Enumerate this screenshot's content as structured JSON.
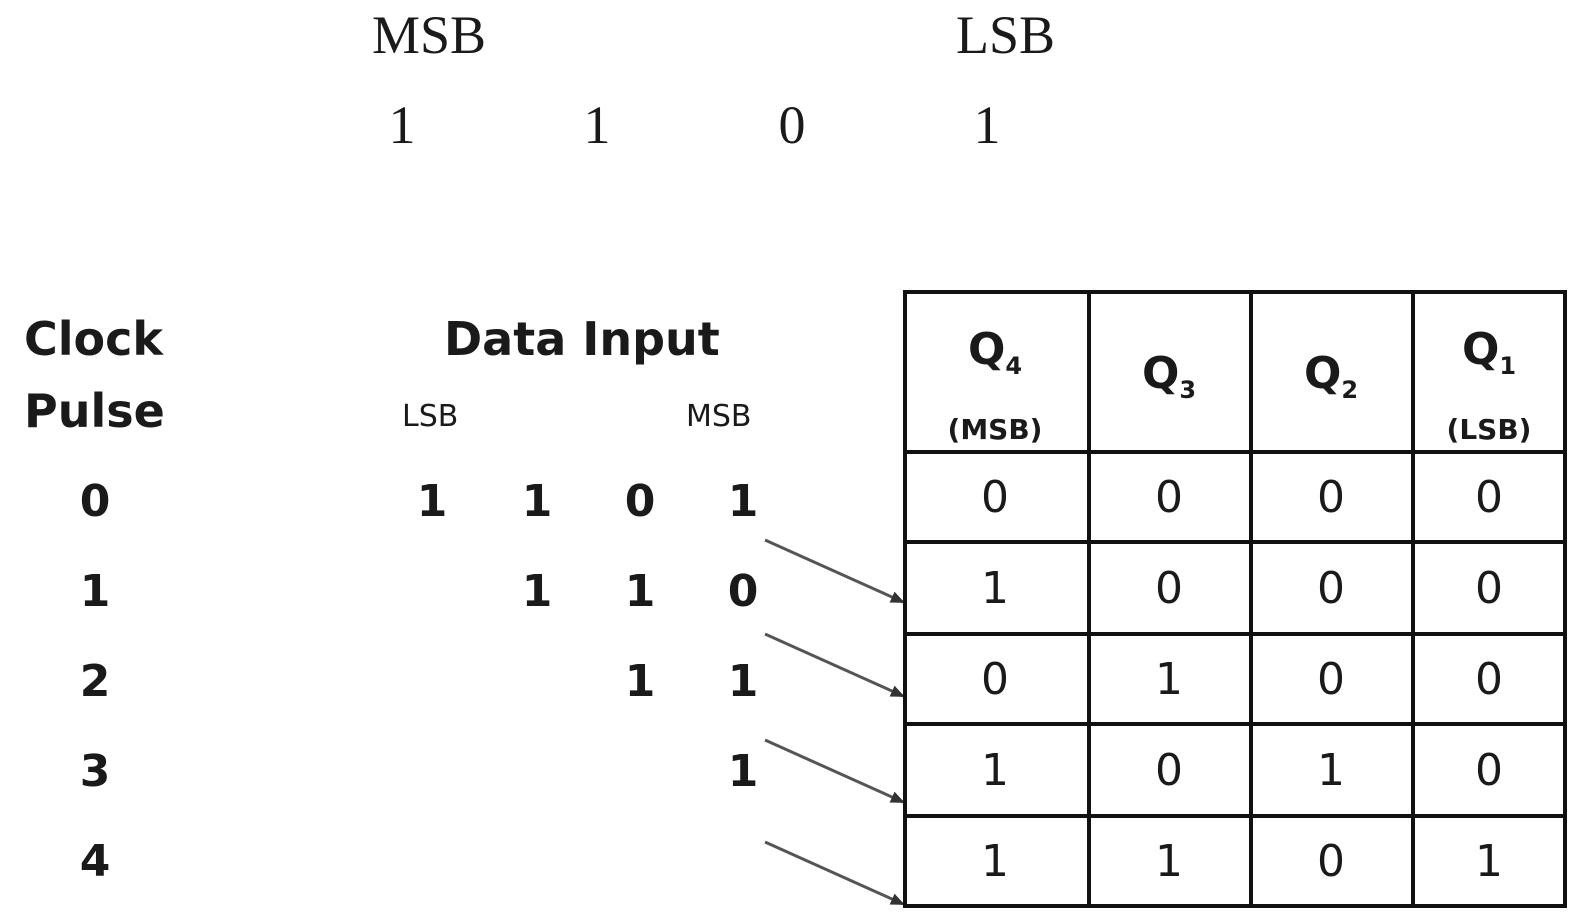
{
  "top": {
    "msb_label": "MSB",
    "lsb_label": "LSB",
    "bits": [
      "1",
      "1",
      "0",
      "1"
    ]
  },
  "left": {
    "clock_label_1": "Clock",
    "clock_label_2": "Pulse",
    "data_input_label": "Data Input",
    "di_lsb": "LSB",
    "di_msb": "MSB"
  },
  "rows": [
    {
      "clock": "0",
      "input": [
        "1",
        "1",
        "0",
        "1"
      ]
    },
    {
      "clock": "1",
      "input": [
        "1",
        "1",
        "0"
      ]
    },
    {
      "clock": "2",
      "input": [
        "1",
        "1"
      ]
    },
    {
      "clock": "3",
      "input": [
        "1"
      ]
    },
    {
      "clock": "4",
      "input": []
    }
  ],
  "table": {
    "headers": [
      {
        "q": "Q",
        "sub": "4",
        "note": "(MSB)"
      },
      {
        "q": "Q",
        "sub": "3",
        "note": ""
      },
      {
        "q": "Q",
        "sub": "2",
        "note": ""
      },
      {
        "q": "Q",
        "sub": "1",
        "note": "(LSB)"
      }
    ],
    "rows": [
      [
        "0",
        "0",
        "0",
        "0"
      ],
      [
        "1",
        "0",
        "0",
        "0"
      ],
      [
        "0",
        "1",
        "0",
        "0"
      ],
      [
        "1",
        "0",
        "1",
        "0"
      ],
      [
        "1",
        "1",
        "0",
        "1"
      ]
    ]
  }
}
